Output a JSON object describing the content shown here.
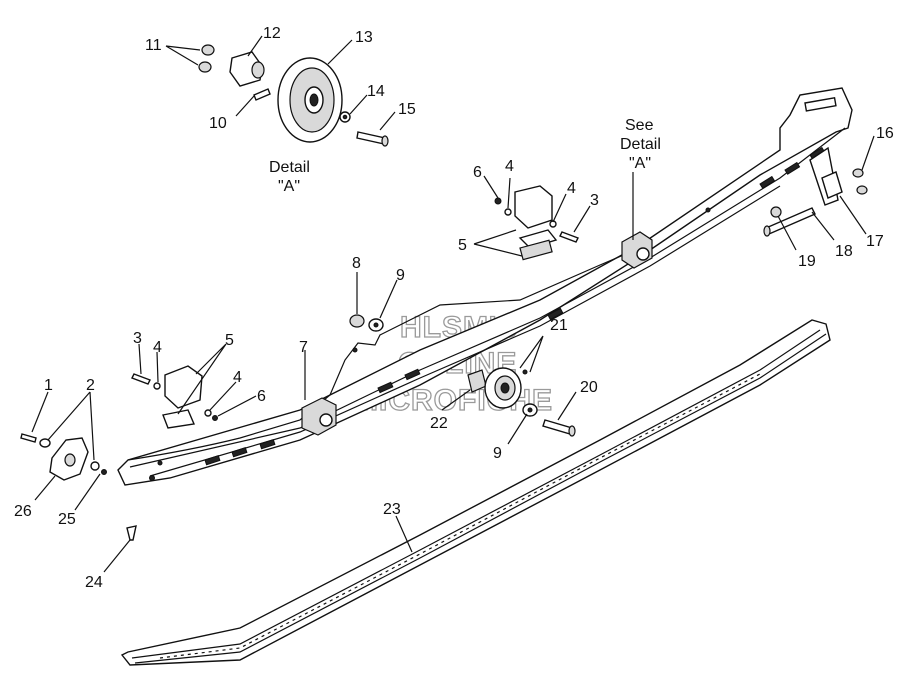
{
  "diagram": {
    "callouts": [
      {
        "id": "c1",
        "text": "1"
      },
      {
        "id": "c2",
        "text": "2"
      },
      {
        "id": "c3a",
        "text": "3"
      },
      {
        "id": "c3b",
        "text": "3"
      },
      {
        "id": "c4a",
        "text": "4"
      },
      {
        "id": "c4b",
        "text": "4"
      },
      {
        "id": "c4c",
        "text": "4"
      },
      {
        "id": "c4d",
        "text": "4"
      },
      {
        "id": "c5a",
        "text": "5"
      },
      {
        "id": "c5b",
        "text": "5"
      },
      {
        "id": "c6a",
        "text": "6"
      },
      {
        "id": "c6b",
        "text": "6"
      },
      {
        "id": "c7",
        "text": "7"
      },
      {
        "id": "c8",
        "text": "8"
      },
      {
        "id": "c9a",
        "text": "9"
      },
      {
        "id": "c9b",
        "text": "9"
      },
      {
        "id": "c10",
        "text": "10"
      },
      {
        "id": "c11",
        "text": "11"
      },
      {
        "id": "c12",
        "text": "12"
      },
      {
        "id": "c13",
        "text": "13"
      },
      {
        "id": "c14",
        "text": "14"
      },
      {
        "id": "c15",
        "text": "15"
      },
      {
        "id": "c16",
        "text": "16"
      },
      {
        "id": "c17",
        "text": "17"
      },
      {
        "id": "c18",
        "text": "18"
      },
      {
        "id": "c19",
        "text": "19"
      },
      {
        "id": "c20",
        "text": "20"
      },
      {
        "id": "c21",
        "text": "21"
      },
      {
        "id": "c22",
        "text": "22"
      },
      {
        "id": "c23",
        "text": "23"
      },
      {
        "id": "c24",
        "text": "24"
      },
      {
        "id": "c25",
        "text": "25"
      },
      {
        "id": "c26",
        "text": "26"
      }
    ],
    "detail_label": {
      "line1": "Detail",
      "line2": "\"A\""
    },
    "see_detail_label": {
      "line1": "See",
      "line2": "Detail",
      "line3": "\"A\""
    },
    "watermark": {
      "line1": "HLSM'S",
      "line2": "ONLINE",
      "line3": "MICROFICHE"
    }
  }
}
